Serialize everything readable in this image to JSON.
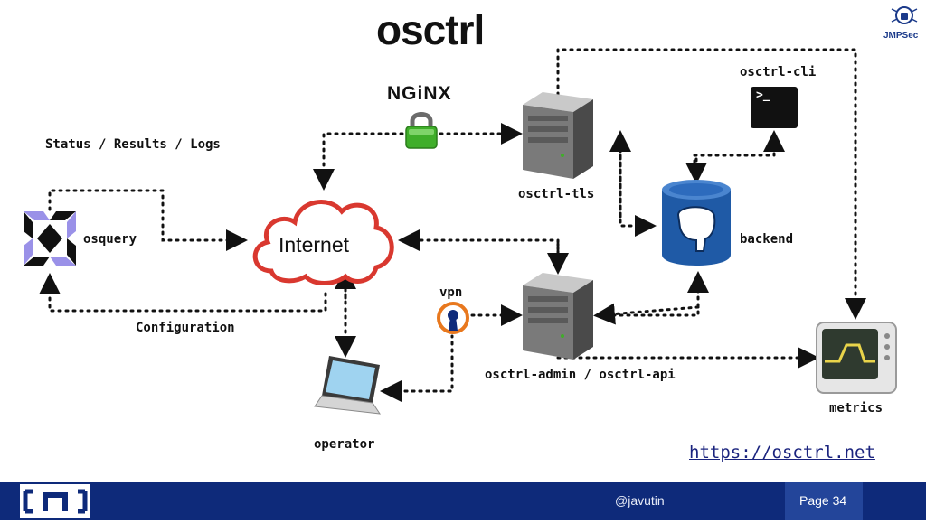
{
  "title": "osctrl",
  "brand": "JMPSec",
  "nginx_label": "NGiNX",
  "internet_label": "Internet",
  "labels": {
    "status_results_logs": "Status / Results / Logs",
    "osquery": "osquery",
    "configuration": "Configuration",
    "osctrl_tls": "osctrl-tls",
    "osctrl_cli": "osctrl-cli",
    "backend": "backend",
    "vpn": "vpn",
    "osctrl_admin_api": "osctrl-admin / osctrl-api",
    "metrics": "metrics",
    "operator": "operator"
  },
  "terminal_prompt": ">_",
  "link": "https://osctrl.net",
  "footer": {
    "author": "@javutin",
    "page": "Page 34"
  },
  "colors": {
    "footer_bg": "#0e2a7a",
    "page_box": "#23459a",
    "cloud": "#d9382f",
    "lock": "#3fae2a",
    "vpn": "#e8781e",
    "db": "#1f5aa6"
  },
  "icons": [
    "osquery-icon",
    "cloud-icon",
    "lock-icon",
    "server-icon",
    "terminal-icon",
    "database-icon",
    "vpn-icon",
    "laptop-icon",
    "monitor-icon"
  ]
}
